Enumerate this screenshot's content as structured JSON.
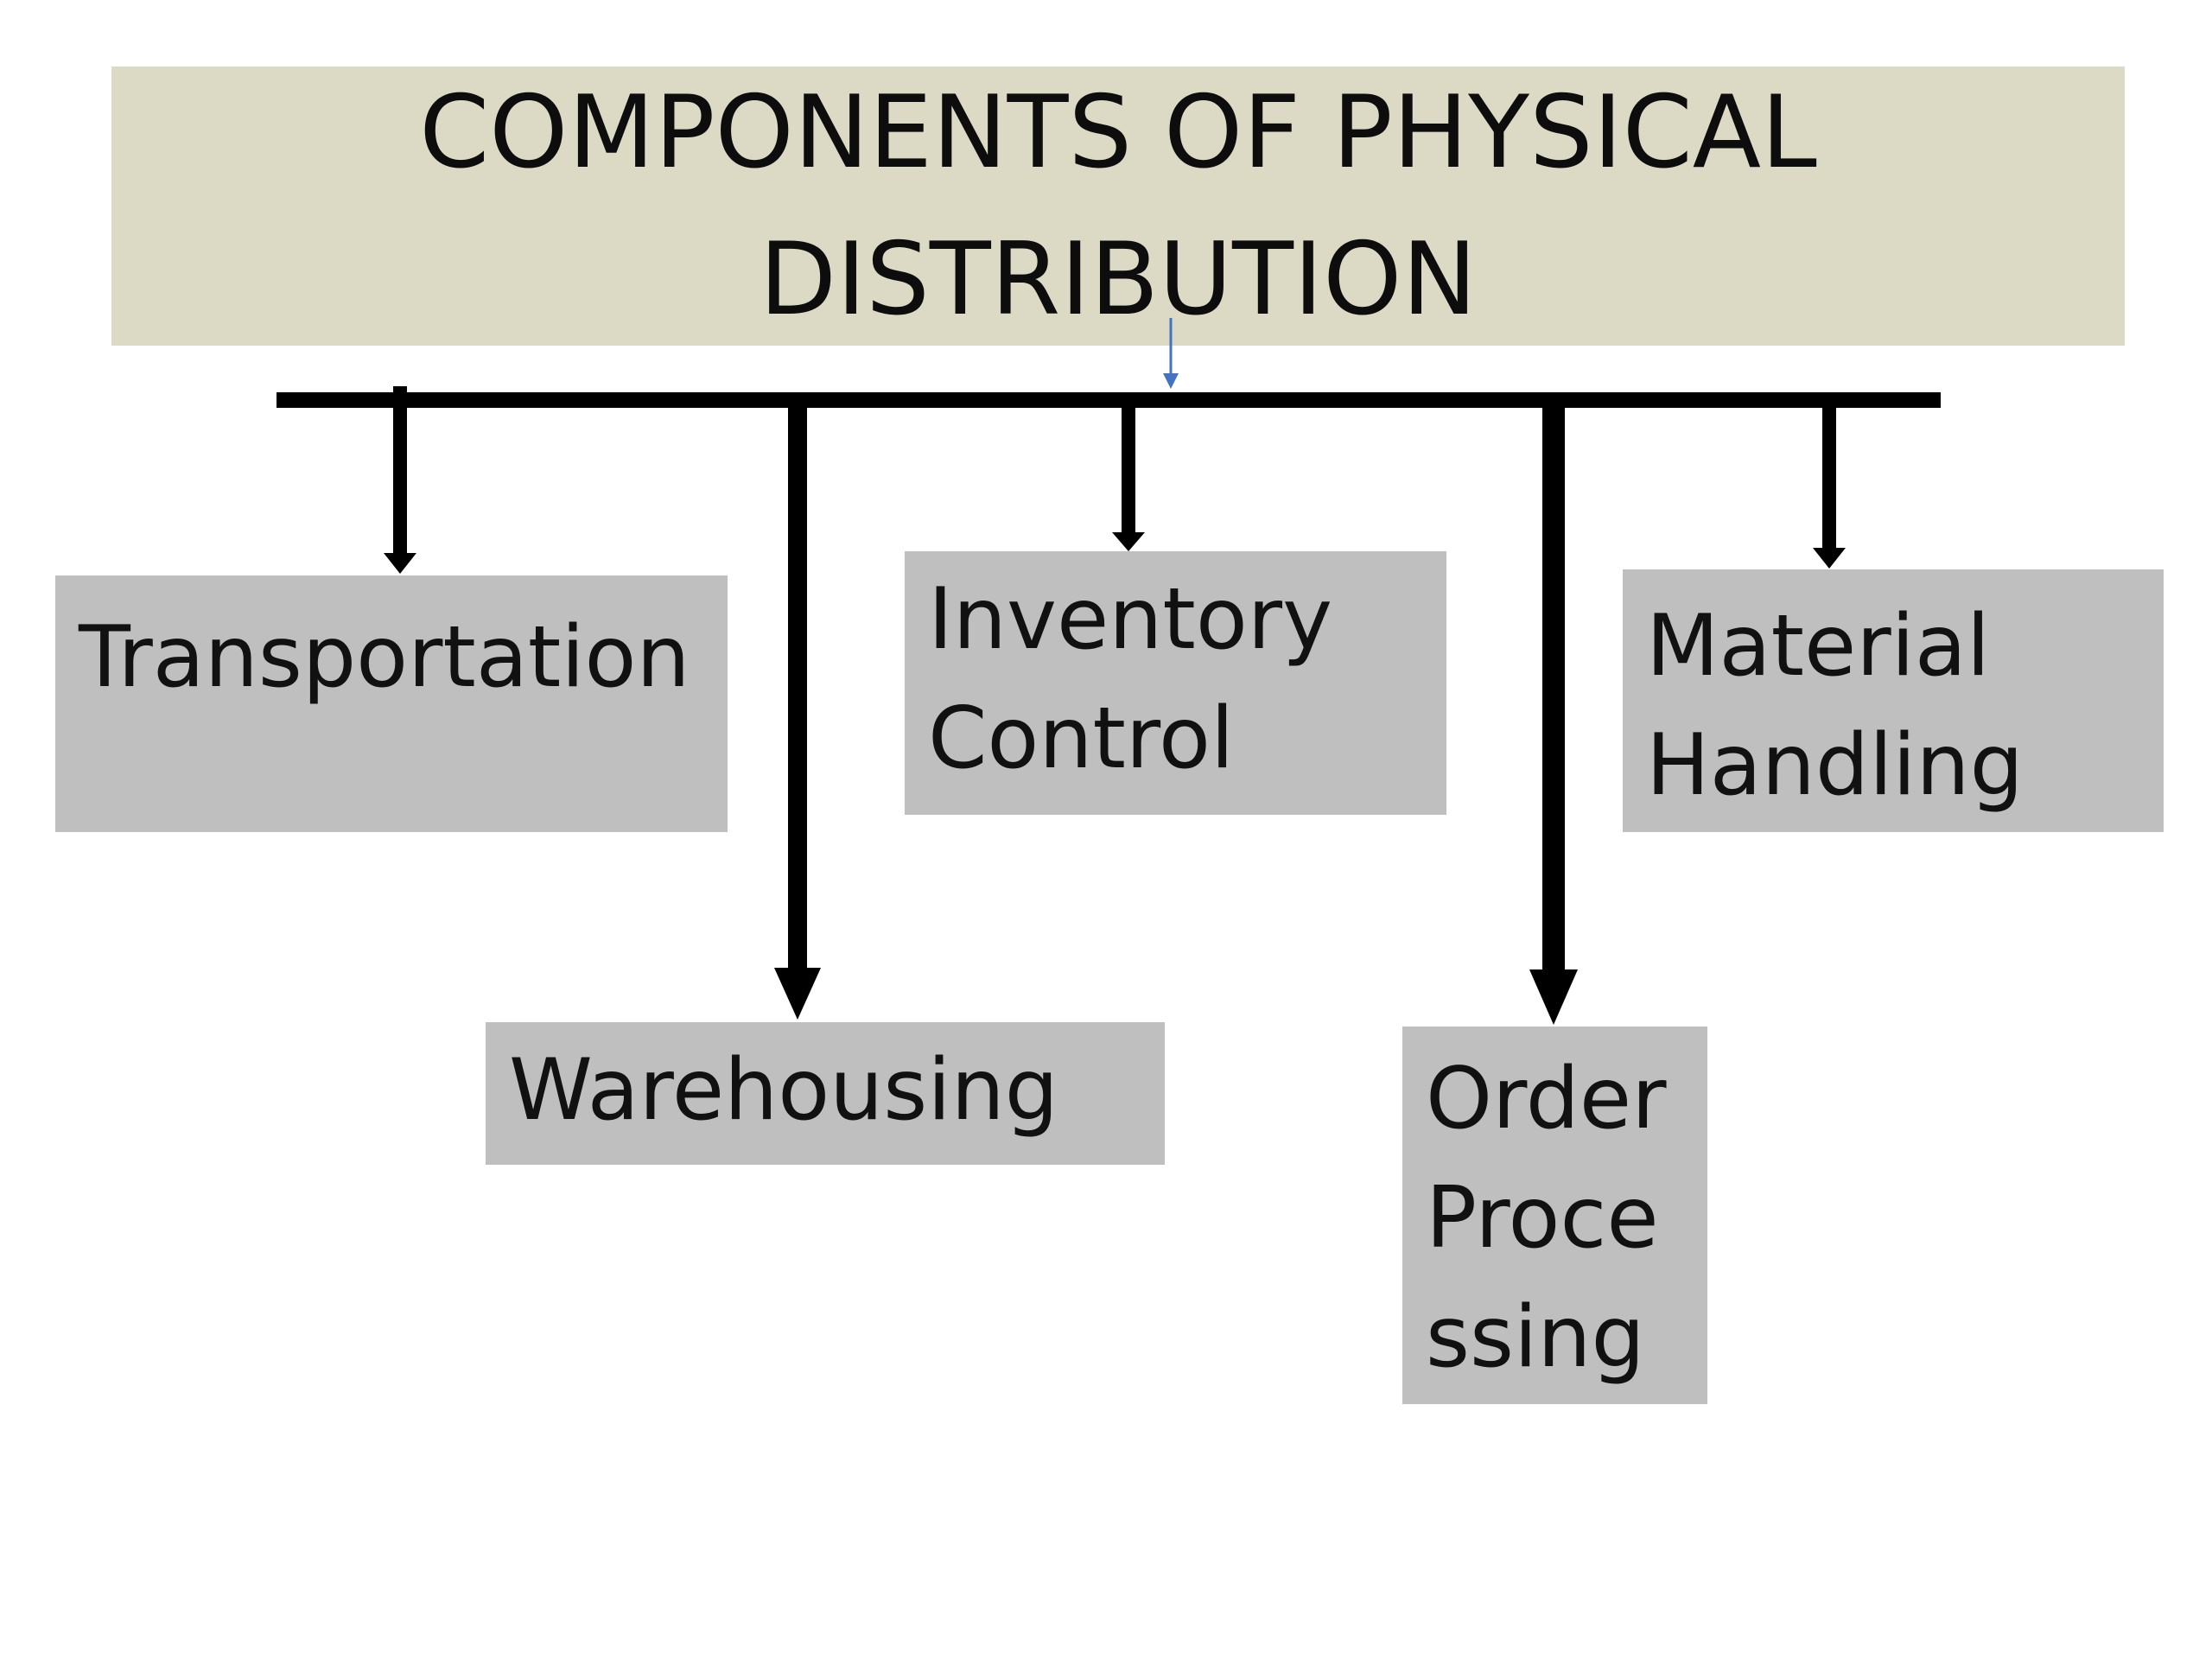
{
  "title": {
    "lines": [
      "COMPONENTS OF PHYSICAL",
      "DISTRIBUTION"
    ]
  },
  "components": [
    {
      "id": "transportation",
      "lines": [
        "Transportation"
      ]
    },
    {
      "id": "warehousing",
      "lines": [
        "Warehousing"
      ]
    },
    {
      "id": "inventory-control",
      "lines": [
        "Inventory",
        "Control"
      ]
    },
    {
      "id": "order-processing",
      "lines": [
        "Order",
        "Proce",
        "ssing"
      ]
    },
    {
      "id": "material-handling",
      "lines": [
        "Material",
        "Handling"
      ]
    }
  ],
  "colors": {
    "title_background": "#dcd9c4",
    "component_background": "#bfbfbf",
    "connector": "#000000",
    "small_arrow": "#4472c4"
  }
}
